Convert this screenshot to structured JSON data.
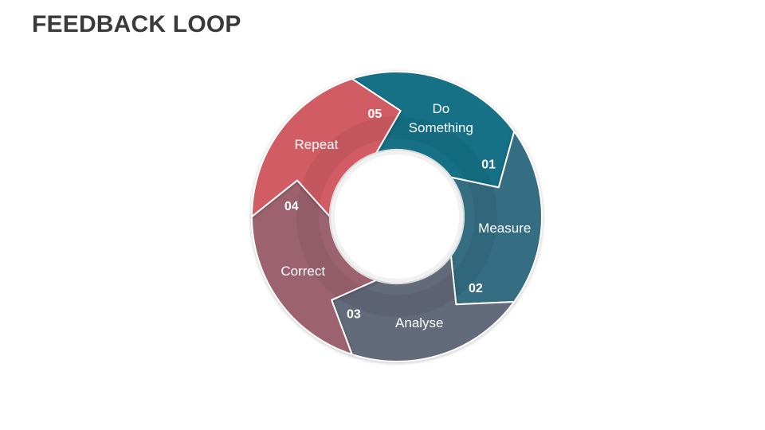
{
  "title": "FEEDBACK LOOP",
  "steps": [
    {
      "number": "01",
      "label_lines": [
        "Do",
        "Something"
      ],
      "color": "#137186"
    },
    {
      "number": "02",
      "label_lines": [
        "Measure"
      ],
      "color": "#346e82"
    },
    {
      "number": "03",
      "label_lines": [
        "Analyse"
      ],
      "color": "#646a7a"
    },
    {
      "number": "04",
      "label_lines": [
        "Correct"
      ],
      "color": "#9c6270"
    },
    {
      "number": "05",
      "label_lines": [
        "Repeat"
      ],
      "color": "#d15c63"
    }
  ]
}
